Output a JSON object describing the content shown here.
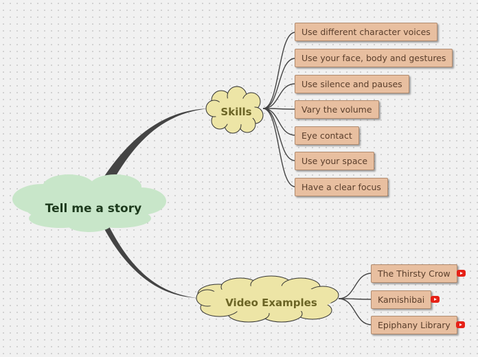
{
  "mindmap": {
    "central": {
      "label": "Tell me a story",
      "color": "#c8e6c9"
    },
    "branches": [
      {
        "label": "Skills",
        "color": "#ede5a6",
        "items": [
          "Use different character voices",
          "Use your face, body and gestures",
          "Use silence and pauses",
          "Vary the volume",
          "Eye contact",
          "Use your space",
          "Have a clear focus"
        ]
      },
      {
        "label": "Video Examples",
        "color": "#ede5a6",
        "items": [
          "The Thirsty Crow",
          "Kamishibai",
          "Epiphany Library"
        ],
        "icon": "youtube-icon"
      }
    ]
  },
  "colors": {
    "leaf_fill": "#e8bfa0",
    "leaf_text": "#5a3e2b",
    "connector": "#444444",
    "youtube_red": "#e62117"
  }
}
